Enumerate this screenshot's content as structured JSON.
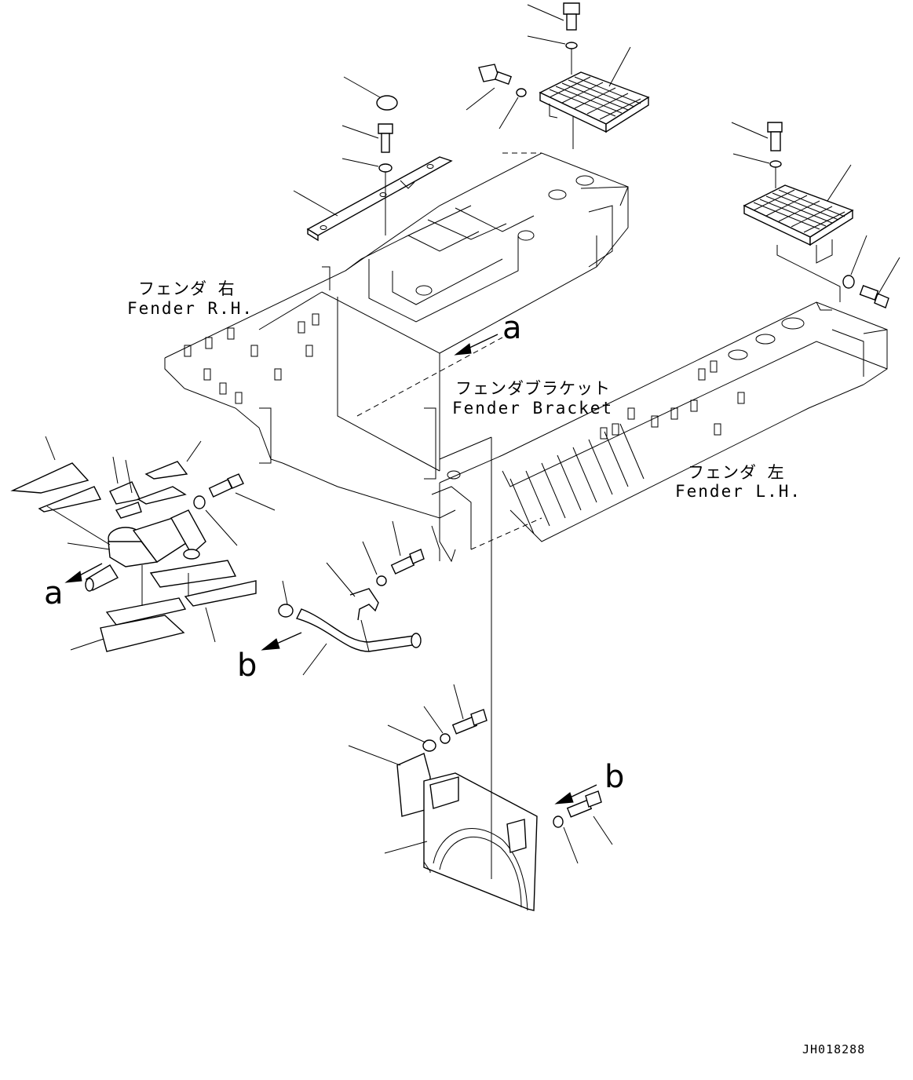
{
  "labels": {
    "fender_rh": {
      "jp": "フェンダ 右",
      "en": "Fender R.H."
    },
    "fender_lh": {
      "jp": "フェンダ 左",
      "en": "Fender L.H."
    },
    "fender_bracket": {
      "jp": "フェンダブラケット",
      "en": "Fender Bracket"
    }
  },
  "view_markers": {
    "a_upper": "a",
    "a_left": "a",
    "b_left": "b",
    "b_right": "b"
  },
  "drawing_code": "JH018288"
}
